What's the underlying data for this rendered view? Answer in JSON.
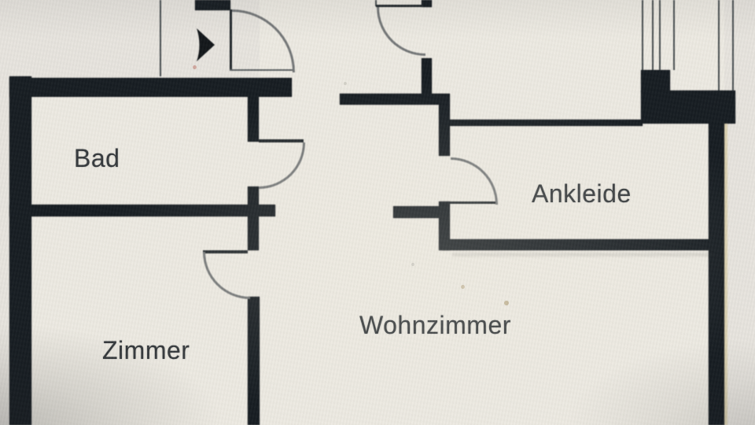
{
  "document": {
    "type": "floor-plan",
    "language": "de",
    "presentation": "photo-of-screen"
  },
  "rooms": {
    "bad": {
      "label": "Bad"
    },
    "zimmer": {
      "label": "Zimmer"
    },
    "wohnzimmer": {
      "label": "Wohnzimmer"
    },
    "ankleide": {
      "label": "Ankleide"
    }
  },
  "symbols": {
    "doors": [
      "entrance-door-top",
      "top-right-room-door",
      "bad-door",
      "zimmer-door",
      "ankleide-door"
    ],
    "entrance_arrow": "arrow-pointing-right",
    "windows": "thin-double-lines-top-right"
  },
  "colors": {
    "wall": "#161c21",
    "floor": "#edeae2",
    "background": "#e7e4de",
    "label_text": "#34383b",
    "door_arc": "#737677"
  }
}
